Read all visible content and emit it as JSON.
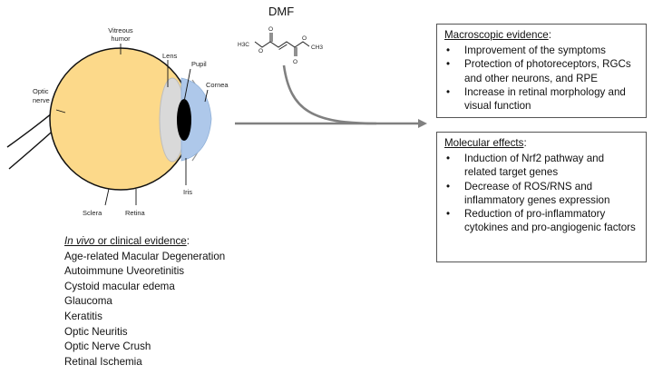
{
  "compound": {
    "name": "DMF",
    "label_left": "H3C",
    "label_right": "CH3"
  },
  "eye": {
    "labels": {
      "vitreous_line1": "Vitreous",
      "vitreous_line2": "humor",
      "lens": "Lens",
      "pupil": "Pupil",
      "cornea": "Cornea",
      "optic_line1": "Optic",
      "optic_line2": "nerve",
      "iris": "Iris",
      "sclera": "Sclera",
      "retina": "Retina"
    },
    "colors": {
      "vitreous": "#fcd98a",
      "sclera_outline": "#111111",
      "lens": "#d9d9d9",
      "iris": "#aec8ea",
      "pupil": "#000000",
      "arrow": "#808080"
    }
  },
  "macroscopic": {
    "title": "Macroscopic evidence",
    "title_suffix": ":",
    "items": [
      "Improvement of the symptoms",
      "Protection of photoreceptors, RGCs and other neurons, and RPE",
      "Increase in retinal morphology and visual function"
    ]
  },
  "molecular": {
    "title": "Molecular effects",
    "title_suffix": ":",
    "items": [
      "Induction of Nrf2 pathway and related target genes",
      "Decrease of ROS/RNS and inflammatory genes expression",
      "Reduction of pro-inflammatory cytokines and pro-angiogenic factors"
    ]
  },
  "evidence": {
    "title_italic": "In vivo",
    "title_rest": " or clinical evidence",
    "title_suffix": ":",
    "items": [
      "Age-related Macular Degeneration",
      "Autoimmune Uveoretinitis",
      "Cystoid macular edema",
      "Glaucoma",
      "Keratitis",
      "Optic Neuritis",
      "Optic Nerve Crush",
      "Retinal Ischemia"
    ]
  }
}
